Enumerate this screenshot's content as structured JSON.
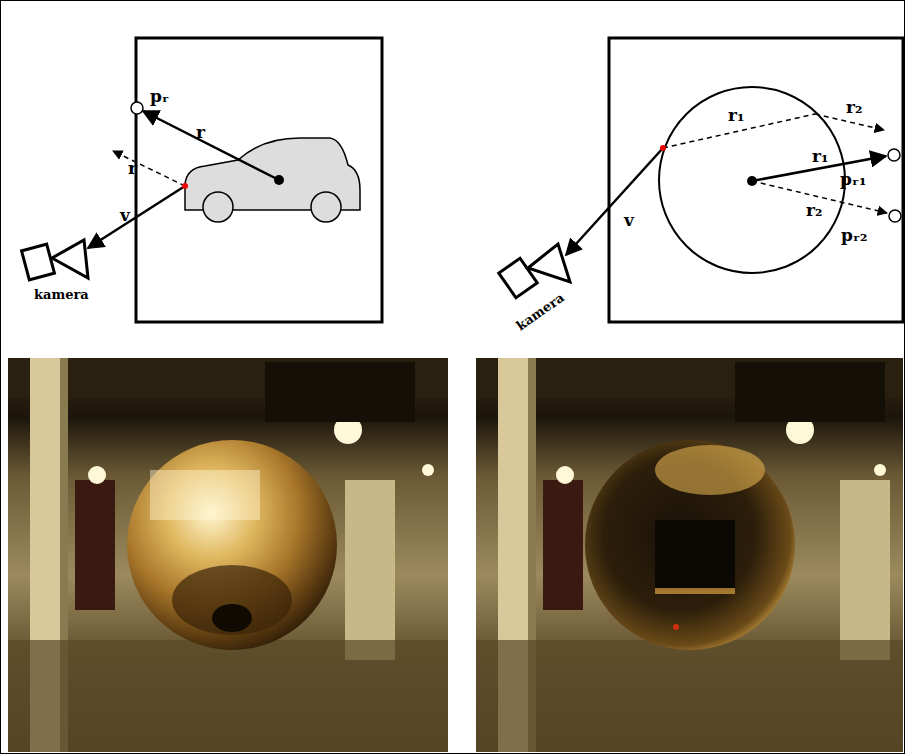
{
  "diagram": {
    "labels": [
      "pᵣ",
      "r",
      "r",
      "v",
      "kamera",
      "r₁",
      "r₂",
      "r₁",
      "pᵣ₁",
      "r₂",
      "pᵣ₂",
      "v",
      "kamera"
    ]
  }
}
